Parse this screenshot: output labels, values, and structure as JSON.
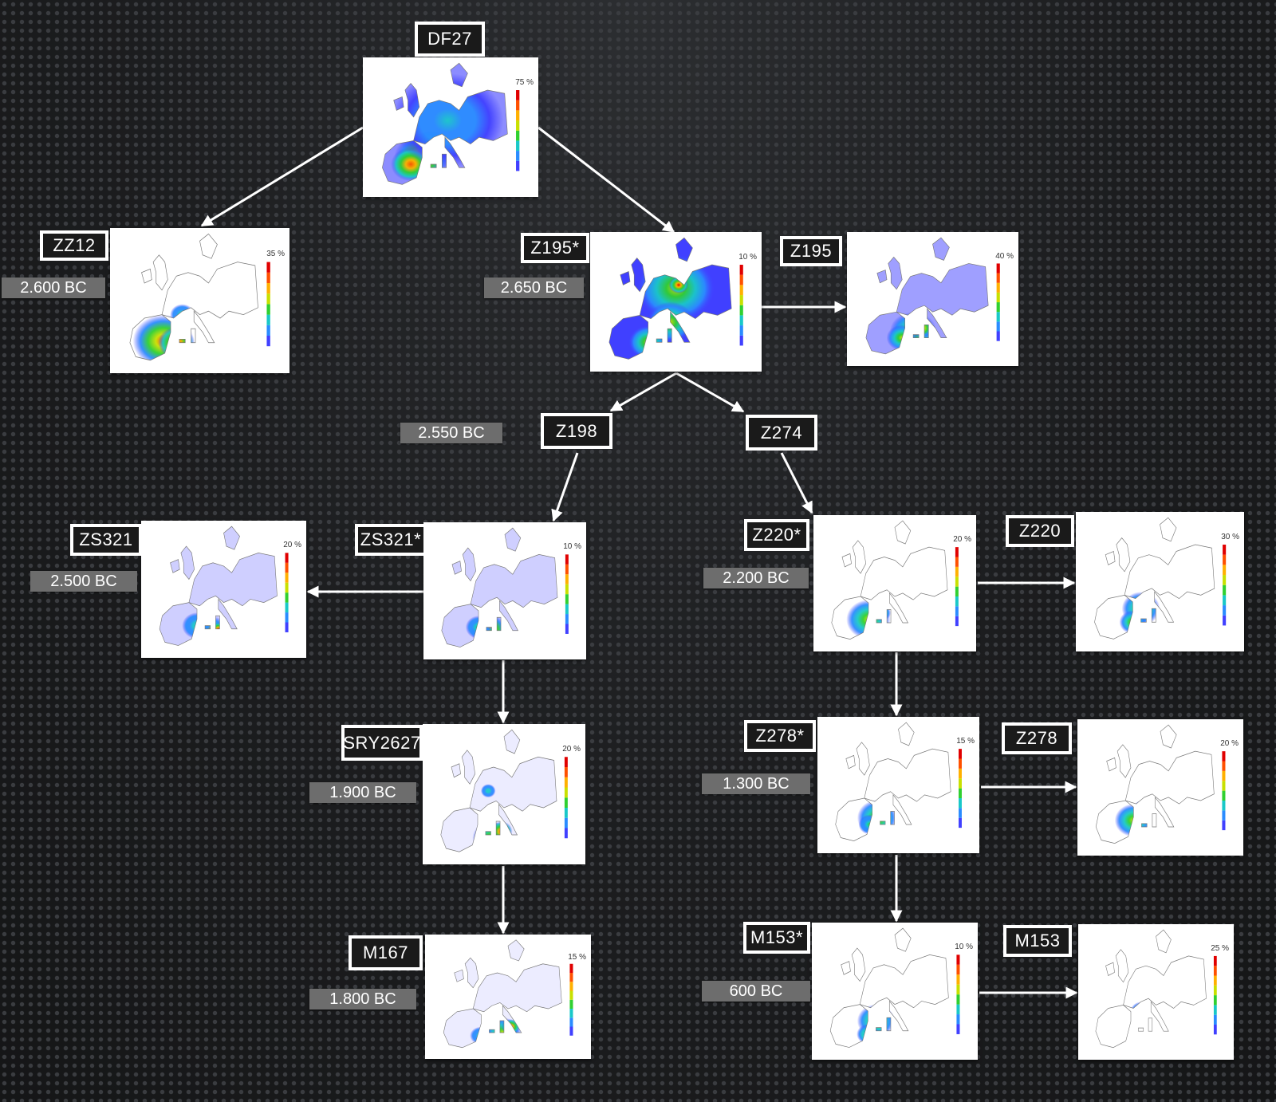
{
  "nodes": [
    {
      "id": "DF27",
      "label": "DF27",
      "scale": "75 %",
      "date": ""
    },
    {
      "id": "ZZ12",
      "label": "ZZ12",
      "scale": "35 %",
      "date": "2.600 BC"
    },
    {
      "id": "Z195s",
      "label": "Z195*",
      "scale": "10 %",
      "date": "2.650 BC"
    },
    {
      "id": "Z195",
      "label": "Z195",
      "scale": "40 %",
      "date": ""
    },
    {
      "id": "Z198",
      "label": "Z198",
      "scale": "",
      "date": "2.550 BC"
    },
    {
      "id": "Z274",
      "label": "Z274",
      "scale": "",
      "date": ""
    },
    {
      "id": "ZS321",
      "label": "ZS321",
      "scale": "20 %",
      "date": "2.500 BC"
    },
    {
      "id": "ZS321s",
      "label": "ZS321*",
      "scale": "10 %",
      "date": ""
    },
    {
      "id": "Z220s",
      "label": "Z220*",
      "scale": "20 %",
      "date": "2.200 BC"
    },
    {
      "id": "Z220",
      "label": "Z220",
      "scale": "30 %",
      "date": ""
    },
    {
      "id": "SRY2627",
      "label": "SRY2627",
      "scale": "20 %",
      "date": "1.900 BC"
    },
    {
      "id": "Z278s",
      "label": "Z278*",
      "scale": "15 %",
      "date": "1.300 BC"
    },
    {
      "id": "Z278",
      "label": "Z278",
      "scale": "20 %",
      "date": ""
    },
    {
      "id": "M167",
      "label": "M167",
      "scale": "15 %",
      "date": "1.800 BC"
    },
    {
      "id": "M153s",
      "label": "M153*",
      "scale": "10 %",
      "date": "600 BC"
    },
    {
      "id": "M153",
      "label": "M153",
      "scale": "25 %",
      "date": ""
    }
  ],
  "edges": [
    [
      "DF27",
      "ZZ12"
    ],
    [
      "DF27",
      "Z195s"
    ],
    [
      "Z195s",
      "Z195"
    ],
    [
      "Z195s",
      "Z198"
    ],
    [
      "Z195s",
      "Z274"
    ],
    [
      "Z198",
      "ZS321s"
    ],
    [
      "ZS321s",
      "ZS321"
    ],
    [
      "ZS321s",
      "SRY2627"
    ],
    [
      "SRY2627",
      "M167"
    ],
    [
      "Z274",
      "Z220s"
    ],
    [
      "Z220s",
      "Z220"
    ],
    [
      "Z220s",
      "Z278s"
    ],
    [
      "Z278s",
      "Z278"
    ],
    [
      "Z278s",
      "M153s"
    ],
    [
      "M153s",
      "M153"
    ]
  ],
  "colors": {
    "label_background": "#1a1a1a",
    "badge_background": "#6d6d6d",
    "arrow": "#ffffff",
    "frequency_ramp": [
      "#4040ff",
      "#2a8cff",
      "#19c8c8",
      "#30d030",
      "#c8e000",
      "#ffb000",
      "#ff5000",
      "#e00000"
    ]
  }
}
